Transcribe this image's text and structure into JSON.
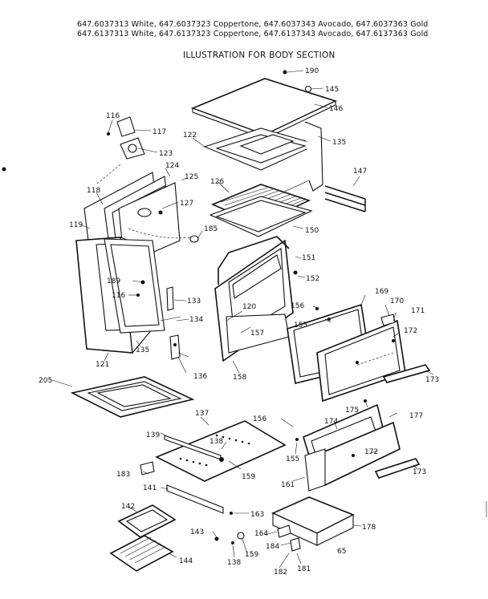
{
  "header": {
    "line1": "647.6037313 White, 647.6037323 Coppertone, 647.6037343 Avocado, 647.6037363 Gold",
    "line2": "647.6137313 White, 647.6137323 Coppertone, 647.6137343 Avocado, 647.6137363 Gold",
    "title": "ILLUSTRATION FOR BODY SECTION"
  },
  "labels": {
    "l190": "190",
    "l145": "145",
    "l146": "146",
    "l116a": "116",
    "l117": "117",
    "l122": "122",
    "l135a": "135",
    "l123": "123",
    "l124": "124",
    "l125": "125",
    "l118": "118",
    "l126": "126",
    "l147": "147",
    "l127": "127",
    "l119": "119",
    "l185": "185",
    "l150": "150",
    "l151": "151",
    "l152": "152",
    "l189": "189",
    "l116b": "116",
    "l133": "133",
    "l120": "120",
    "l156a": "156",
    "l169": "169",
    "l170": "170",
    "l171": "171",
    "l155a": "155",
    "l157": "157",
    "l172a": "172",
    "l134": "134",
    "l121": "121",
    "l135b": "135",
    "l136": "136",
    "l158": "158",
    "l173a": "173",
    "l205": "205",
    "l175": "175",
    "l137": "137",
    "l156b": "156",
    "l174": "174",
    "l177": "177",
    "l139": "139",
    "l138a": "138",
    "l155b": "155",
    "l172b": "172",
    "l159a": "159",
    "l183": "183",
    "l161": "161",
    "l173b": "173",
    "l141": "141",
    "l142": "142",
    "l163": "163",
    "l178": "178",
    "l143": "143",
    "l164": "164",
    "l159b": "159",
    "l184": "184",
    "l138b": "138",
    "l144": "144",
    "l182": "182",
    "l181": "181",
    "l65": "65"
  }
}
